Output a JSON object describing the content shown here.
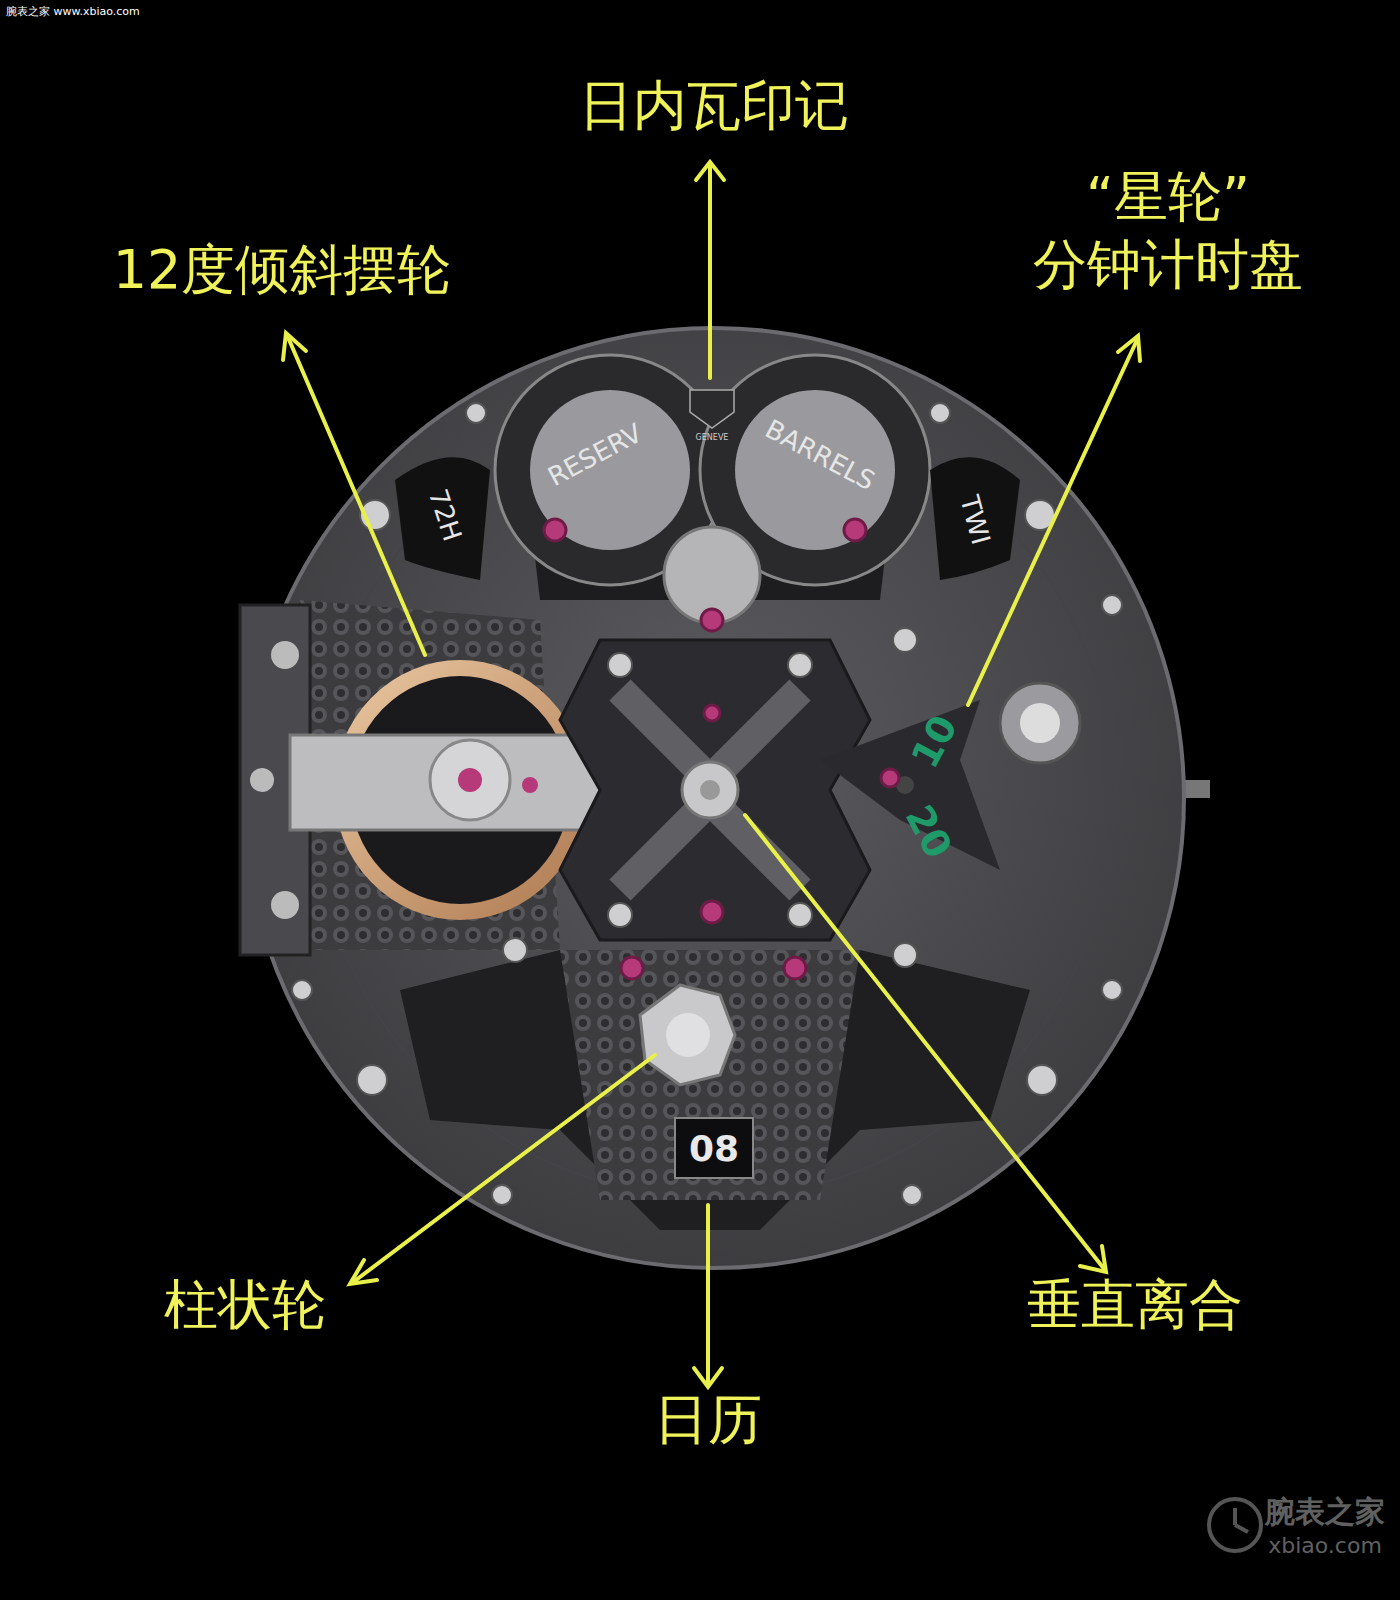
{
  "diagram": {
    "labels": [
      "腕表之家 www.xbiao.com",
      "日内瓦印记",
      "“星轮” 分钟计时盘",
      "12度倾斜摆轮",
      "72H",
      "RESERV",
      "BARRELS",
      "TWI",
      "GENEVE",
      "10",
      "20",
      "08",
      "柱状轮",
      "日历",
      "垂直离合",
      "腕表之家",
      "xbiao.com"
    ]
  }
}
